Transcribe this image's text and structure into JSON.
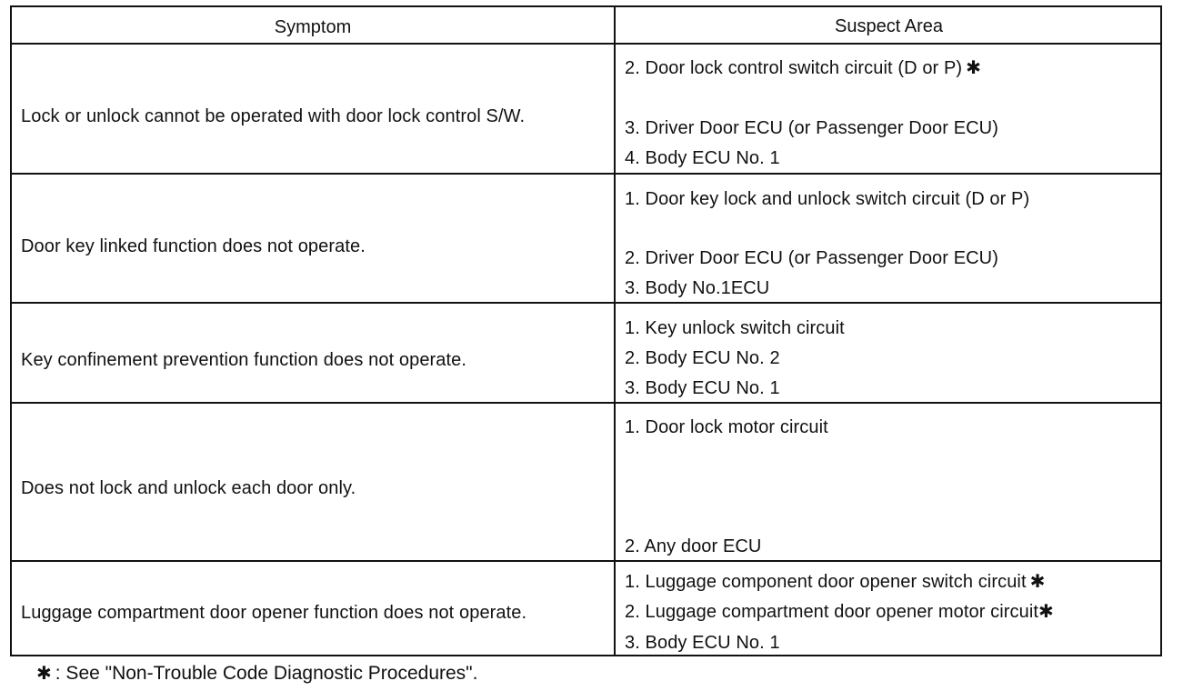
{
  "table": {
    "headers": {
      "symptom": "Symptom",
      "suspect_area": "Suspect Area"
    },
    "rows": [
      {
        "symptom": "Lock or unlock cannot be operated with door lock control S/W.",
        "suspects": [
          {
            "text": "2.  Door lock control switch circuit (D or P)",
            "mark": "✱"
          },
          {
            "text": "3.  Driver Door ECU (or Passenger Door ECU)",
            "mark": ""
          },
          {
            "text": "4.  Body ECU No. 1",
            "mark": ""
          }
        ]
      },
      {
        "symptom": "Door key linked function does not operate.",
        "suspects": [
          {
            "text": "1.  Door key lock and unlock switch circuit (D or P)",
            "mark": ""
          },
          {
            "text": "2.  Driver Door ECU (or Passenger Door ECU)",
            "mark": ""
          },
          {
            "text": "3.  Body No.1ECU",
            "mark": ""
          }
        ]
      },
      {
        "symptom": "Key confinement prevention function does not operate.",
        "suspects": [
          {
            "text": "1.  Key unlock switch circuit",
            "mark": ""
          },
          {
            "text": "2.  Body ECU No. 2",
            "mark": ""
          },
          {
            "text": "3.  Body ECU No. 1",
            "mark": ""
          }
        ]
      },
      {
        "symptom": "Does not lock and unlock each door only.",
        "suspects": [
          {
            "text": "1.  Door lock motor circuit",
            "mark": ""
          },
          {
            "text": "2.  Any door ECU",
            "mark": ""
          }
        ]
      },
      {
        "symptom": "Luggage compartment door opener function does not operate.",
        "suspects": [
          {
            "text": "1.  Luggage component door opener switch circuit",
            "mark": "✱"
          },
          {
            "text": "2.  Luggage compartment door opener motor circuit",
            "mark": "✱"
          },
          {
            "text": "3.  Body ECU No. 1",
            "mark": ""
          }
        ]
      }
    ]
  },
  "footnote": {
    "mark": "✱",
    "text": ": See \"Non-Trouble Code Diagnostic Procedures\"."
  }
}
